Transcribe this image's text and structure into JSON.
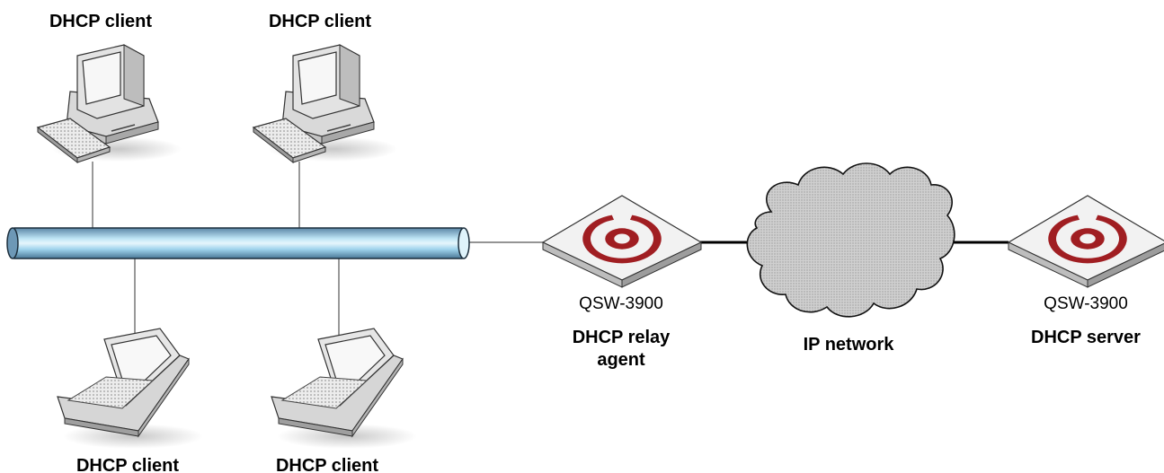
{
  "clients": {
    "top_left": "DHCP client",
    "top_right": "DHCP client",
    "bottom_left": "DHCP client",
    "bottom_right": "DHCP client"
  },
  "relay": {
    "model": "QSW-3900",
    "role_line1": "DHCP relay",
    "role_line2": "agent"
  },
  "network": {
    "label": "IP network"
  },
  "server": {
    "model": "QSW-3900",
    "role": "DHCP server"
  },
  "colors": {
    "bus": "#9fd3ec",
    "logo": "#a01e22",
    "cloud": "#c8c8c8"
  }
}
